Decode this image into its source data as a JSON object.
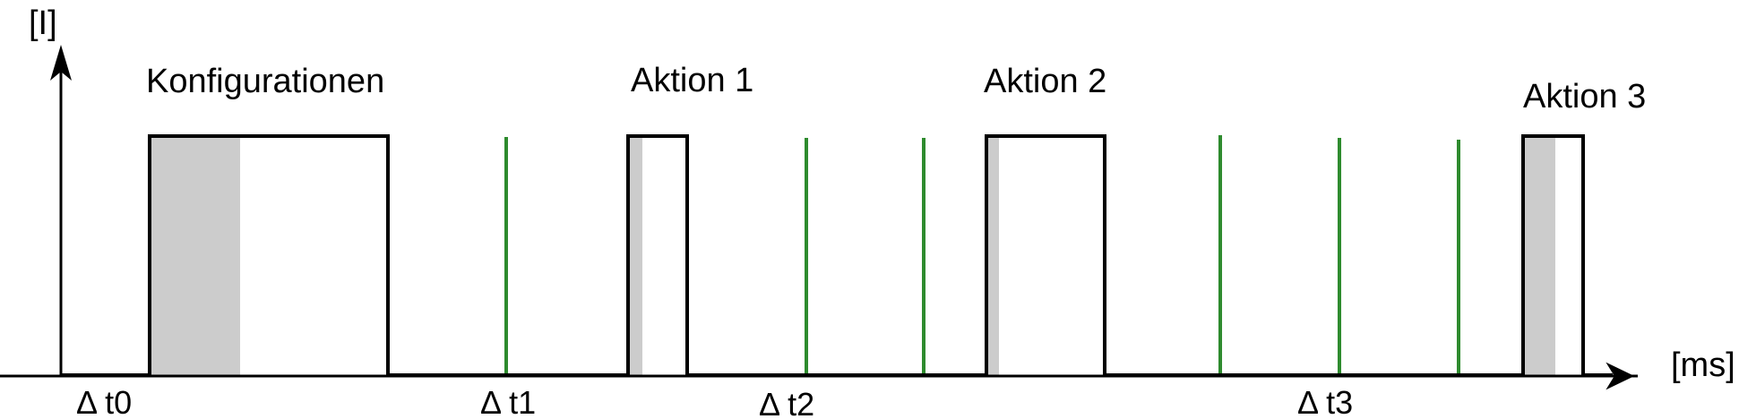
{
  "diagram": {
    "y_axis_label": "[I]",
    "x_axis_label": "[ms]",
    "phases": [
      {
        "label": "Konfigurationen"
      },
      {
        "label": "Aktion 1"
      },
      {
        "label": "Aktion 2"
      },
      {
        "label": "Aktion 3"
      }
    ],
    "intervals": [
      {
        "label": "Δ t0"
      },
      {
        "label": "Δ t1"
      },
      {
        "label": "Δ t2"
      },
      {
        "label": "Δ t3"
      }
    ],
    "colors": {
      "signal": "#000000",
      "shade": "#cccccc",
      "marker": "#2e8b2e",
      "background": "#ffffff"
    }
  }
}
